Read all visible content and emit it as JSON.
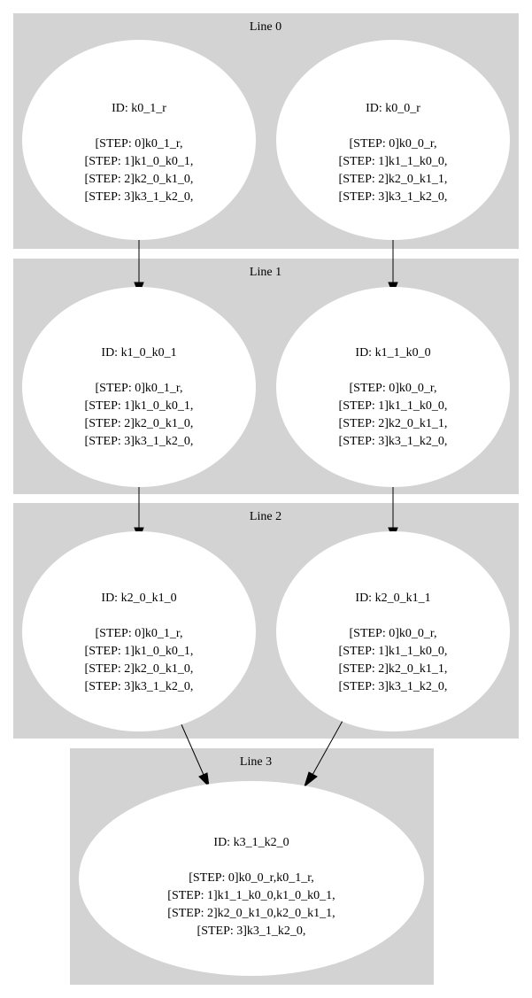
{
  "clusters": {
    "line0": {
      "label": "Line 0"
    },
    "line1": {
      "label": "Line 1"
    },
    "line2": {
      "label": "Line 2"
    },
    "line3": {
      "label": "Line 3"
    }
  },
  "nodes": {
    "k0_1_r": {
      "id": "ID: k0_1_r",
      "steps": [
        "[STEP: 0]k0_1_r,",
        "[STEP: 1]k1_0_k0_1,",
        "[STEP: 2]k2_0_k1_0,",
        "[STEP: 3]k3_1_k2_0,"
      ]
    },
    "k0_0_r": {
      "id": "ID: k0_0_r",
      "steps": [
        "[STEP: 0]k0_0_r,",
        "[STEP: 1]k1_1_k0_0,",
        "[STEP: 2]k2_0_k1_1,",
        "[STEP: 3]k3_1_k2_0,"
      ]
    },
    "k1_0_k0_1": {
      "id": "ID: k1_0_k0_1",
      "steps": [
        "[STEP: 0]k0_1_r,",
        "[STEP: 1]k1_0_k0_1,",
        "[STEP: 2]k2_0_k1_0,",
        "[STEP: 3]k3_1_k2_0,"
      ]
    },
    "k1_1_k0_0": {
      "id": "ID: k1_1_k0_0",
      "steps": [
        "[STEP: 0]k0_0_r,",
        "[STEP: 1]k1_1_k0_0,",
        "[STEP: 2]k2_0_k1_1,",
        "[STEP: 3]k3_1_k2_0,"
      ]
    },
    "k2_0_k1_0": {
      "id": "ID: k2_0_k1_0",
      "steps": [
        "[STEP: 0]k0_1_r,",
        "[STEP: 1]k1_0_k0_1,",
        "[STEP: 2]k2_0_k1_0,",
        "[STEP: 3]k3_1_k2_0,"
      ]
    },
    "k2_0_k1_1": {
      "id": "ID: k2_0_k1_1",
      "steps": [
        "[STEP: 0]k0_0_r,",
        "[STEP: 1]k1_1_k0_0,",
        "[STEP: 2]k2_0_k1_1,",
        "[STEP: 3]k3_1_k2_0,"
      ]
    },
    "k3_1_k2_0": {
      "id": "ID: k3_1_k2_0",
      "steps": [
        "[STEP: 0]k0_0_r,k0_1_r,",
        "[STEP: 1]k1_1_k0_0,k1_0_k0_1,",
        "[STEP: 2]k2_0_k1_0,k2_0_k1_1,",
        "[STEP: 3]k3_1_k2_0,"
      ]
    }
  },
  "edges": [
    {
      "from": "k0_1_r",
      "to": "k1_0_k0_1"
    },
    {
      "from": "k0_0_r",
      "to": "k1_1_k0_0"
    },
    {
      "from": "k1_0_k0_1",
      "to": "k2_0_k1_0"
    },
    {
      "from": "k1_1_k0_0",
      "to": "k2_0_k1_1"
    },
    {
      "from": "k2_0_k1_0",
      "to": "k3_1_k2_0"
    },
    {
      "from": "k2_0_k1_1",
      "to": "k3_1_k2_0"
    }
  ],
  "colors": {
    "cluster_fill": "#d3d3d3",
    "node_fill": "#ffffff",
    "edge": "#000000"
  }
}
